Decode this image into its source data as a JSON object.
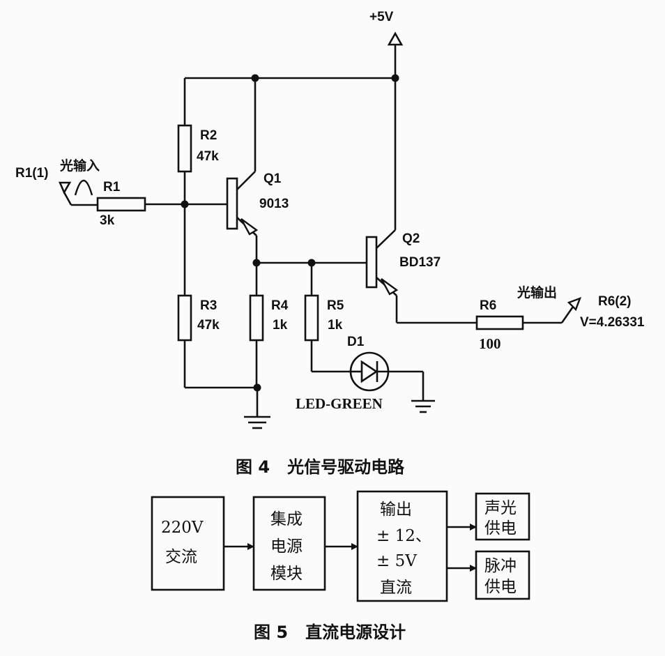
{
  "figure4": {
    "supply": "+5V",
    "input_label": "光输入",
    "input_port": "R1(1)",
    "output_label": "光输出",
    "output_port": "R6(2)",
    "output_voltage": "V=4.26331",
    "r1": {
      "name": "R1",
      "value": "3k"
    },
    "r2": {
      "name": "R2",
      "value": "47k"
    },
    "r3": {
      "name": "R3",
      "value": "47k"
    },
    "r4": {
      "name": "R4",
      "value": "1k"
    },
    "r5": {
      "name": "R5",
      "value": "1k"
    },
    "r6": {
      "name": "R6",
      "value": "100"
    },
    "q1": {
      "name": "Q1",
      "model": "9013"
    },
    "q2": {
      "name": "Q2",
      "model": "BD137"
    },
    "d1": {
      "name": "D1",
      "model": "LED-GREEN"
    },
    "caption": "图 4   光信号驱动电路"
  },
  "figure5": {
    "box_ac": [
      "220V",
      "交流"
    ],
    "box_module": [
      "集成",
      "电源",
      "模块"
    ],
    "box_output": [
      "输出",
      "± 12、",
      "± 5V",
      "直流"
    ],
    "box_sound": [
      "声光",
      "供电"
    ],
    "box_pulse": [
      "脉冲",
      "供电"
    ],
    "caption": "图 5   直流电源设计"
  }
}
